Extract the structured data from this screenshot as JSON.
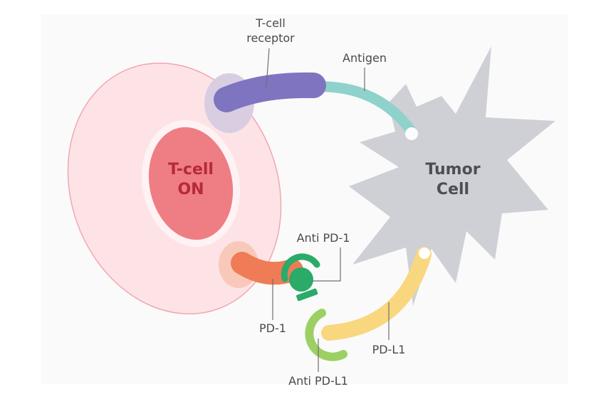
{
  "labels": {
    "tcell_receptor_line1": "T-cell",
    "tcell_receptor_line2": "receptor",
    "antigen": "Antigen",
    "tcell_line1": "T-cell",
    "tcell_line2": "ON",
    "tumor_line1": "Tumor",
    "tumor_line2": "Cell",
    "anti_pd1": "Anti PD-1",
    "pd1": "PD-1",
    "pd_l1": "PD-L1",
    "anti_pd_l1": "Anti PD-L1"
  },
  "colors": {
    "tcell_body": "#fde3e6",
    "tcell_border": "#f2a7b1",
    "tcell_nucleus": "#ef7d84",
    "tcell_text": "#b52a39",
    "tumor_body": "#cfd0d6",
    "tumor_text": "#4c4d57",
    "receptor": "#7f74c0",
    "receptor_halo": "#d9cde2",
    "antigen": "#8fd2cb",
    "pd1": "#ef7c56",
    "pd1_halo": "#f8c9b9",
    "anti_pd1": "#2aab68",
    "pd_l1": "#f9d77e",
    "anti_pd_l1": "#9dd062"
  }
}
